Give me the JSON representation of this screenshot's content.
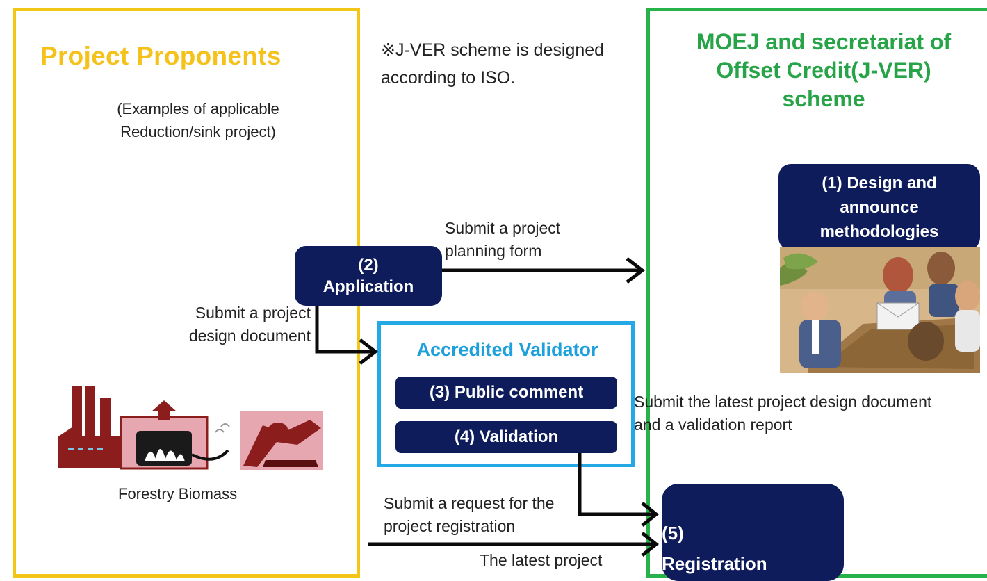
{
  "left_panel": {
    "title": "Project Proponents",
    "subtitle": "(Examples of applicable Reduction/sink project)",
    "image_caption": "Forestry Biomass",
    "border_color": "#f2c617"
  },
  "note": "※J-VER scheme is designed according to ISO.",
  "right_panel": {
    "title": "MOEJ and secretariat of Offset Credit(J-VER) scheme",
    "border_color": "#27b34a"
  },
  "steps": {
    "design": "(1) Design and announce methodologies",
    "application_num": "(2)",
    "application_label": "Application",
    "public_comment": "(3) Public comment",
    "validation": "(4) Validation",
    "registration_num": "(5)",
    "registration_label": "Registration"
  },
  "validator": {
    "title": "Accredited Validator",
    "border_color": "#25a9e6"
  },
  "flow_labels": {
    "planning_form": "Submit a project planning form",
    "design_document": "Submit a project design document",
    "latest_submit": "Submit the latest project design document and a validation report",
    "registration_request": "Submit a request for the project registration",
    "bottom_partial": "The latest project"
  },
  "icons": [
    "industry-biomass-clipart-icon",
    "business-meeting-clipart-icon"
  ],
  "colors": {
    "navy": "#0f1c5c",
    "accent_yellow": "#f5c21b",
    "accent_green": "#27a348",
    "accent_blue": "#1da0dc"
  }
}
